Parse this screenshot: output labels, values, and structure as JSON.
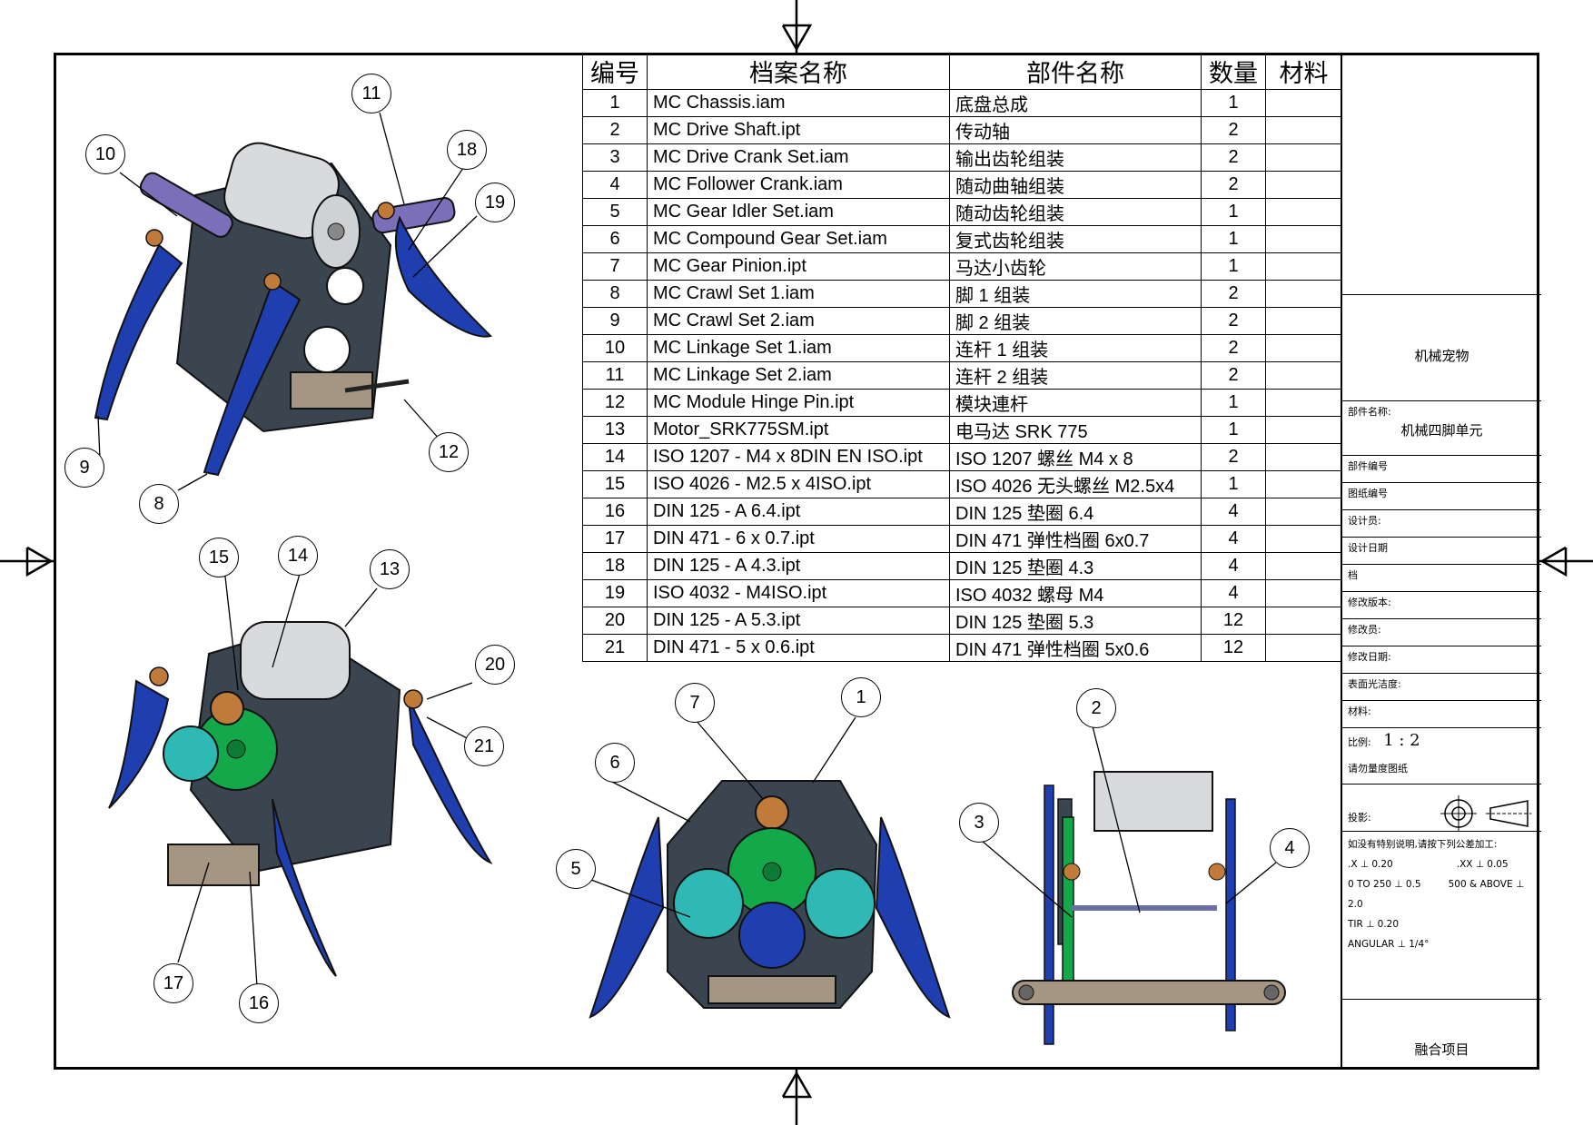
{
  "bom": {
    "headers": [
      "编号",
      "档案名称",
      "部件名称",
      "数量",
      "材料"
    ],
    "rows": [
      [
        "1",
        "MC Chassis.iam",
        "底盘总成",
        "1",
        ""
      ],
      [
        "2",
        "MC Drive Shaft.ipt",
        "传动轴",
        "2",
        ""
      ],
      [
        "3",
        "MC Drive Crank Set.iam",
        "输出齿轮组装",
        "2",
        ""
      ],
      [
        "4",
        "MC Follower Crank.iam",
        "随动曲轴组装",
        "2",
        ""
      ],
      [
        "5",
        "MC Gear Idler Set.iam",
        "随动齿轮组装",
        "1",
        ""
      ],
      [
        "6",
        "MC Compound Gear Set.iam",
        "复式齿轮组装",
        "1",
        ""
      ],
      [
        "7",
        "MC Gear Pinion.ipt",
        "马达小齿轮",
        "1",
        ""
      ],
      [
        "8",
        "MC Crawl Set 1.iam",
        "脚 1 组装",
        "2",
        ""
      ],
      [
        "9",
        "MC Crawl Set 2.iam",
        "脚 2 组装",
        "2",
        ""
      ],
      [
        "10",
        "MC Linkage Set 1.iam",
        "连杆 1 组装",
        "2",
        ""
      ],
      [
        "11",
        "MC Linkage Set 2.iam",
        "连杆 2 组装",
        "2",
        ""
      ],
      [
        "12",
        "MC Module Hinge Pin.ipt",
        "模块連杆",
        "1",
        ""
      ],
      [
        "13",
        "Motor_SRK775SM.ipt",
        "电马达 SRK 775",
        "1",
        ""
      ],
      [
        "14",
        "ISO 1207 - M4 x 8DIN EN ISO.ipt",
        "ISO  1207 螺丝 M4 x 8",
        "2",
        ""
      ],
      [
        "15",
        "ISO 4026 - M2.5 x 4ISO.ipt",
        "ISO 4026 无头螺丝 M2.5x4",
        "1",
        ""
      ],
      [
        "16",
        "DIN 125 - A 6.4.ipt",
        "DIN 125 垫圈 6.4",
        "4",
        ""
      ],
      [
        "17",
        "DIN 471 - 6 x 0.7.ipt",
        "DIN 471 弹性档圈 6x0.7",
        "4",
        ""
      ],
      [
        "18",
        "DIN 125 - A 4.3.ipt",
        "DIN 125 垫圈 4.3",
        "4",
        ""
      ],
      [
        "19",
        "ISO 4032 - M4ISO.ipt",
        "ISO 4032 螺母 M4",
        "4",
        ""
      ],
      [
        "20",
        "DIN 125 - A 5.3.ipt",
        "DIN 125 垫圈 5.3",
        "12",
        ""
      ],
      [
        "21",
        "DIN 471 - 5 x 0.6.ipt",
        "DIN 471 弹性档圈 5x0.6",
        "12",
        ""
      ]
    ]
  },
  "title_block": {
    "project_name": "机械宠物",
    "part_name_label": "部件名称:",
    "part_name": "机械四脚单元",
    "part_number_label": "部件编号",
    "drawing_number_label": "图纸编号",
    "designer_label": "设计员:",
    "design_date_label": "设计日期",
    "file_label": "档",
    "revision_label": "修改版本:",
    "reviser_label": "修改员:",
    "revision_date_label": "修改日期:",
    "surface_finish_label": "表面光洁度:",
    "material_label": "材料:",
    "scale_label": "比例:",
    "scale_value": "1 : 2",
    "no_scale_note": "请勿量度图纸",
    "projection_label": "投影:",
    "tolerance_note": "如没有特别说明,请按下列公差加工:",
    "tol_x": ".X ⊥ 0.20",
    "tol_xx": ".XX ⊥ 0.05",
    "tol_0_250": "0 TO 250 ⊥ 0.5",
    "tol_500": "500 & ABOVE ⊥ 2.0",
    "tol_tir": "TIR ⊥ 0.20",
    "tol_angular": "ANGULAR ⊥ 1/4°",
    "company": "融合项目"
  },
  "balloons": [
    "1",
    "2",
    "3",
    "4",
    "5",
    "6",
    "7",
    "8",
    "9",
    "10",
    "11",
    "12",
    "13",
    "14",
    "15",
    "16",
    "17",
    "18",
    "19",
    "20",
    "21"
  ],
  "colors": {
    "leg_blue": "#1f3fb0",
    "plate_dark": "#3a4550",
    "gear_green": "#13a84a",
    "gear_teal": "#2fb9b5",
    "brass": "#c07a3a",
    "motor_silver": "#d8dadd"
  }
}
